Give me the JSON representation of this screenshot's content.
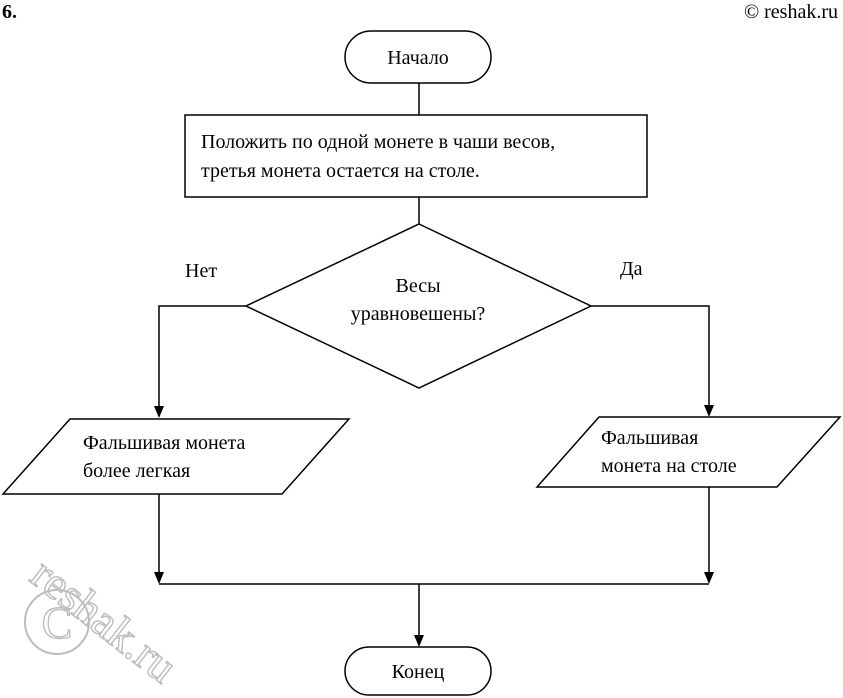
{
  "header": {
    "problem_number": "6.",
    "copyright": "© reshak.ru"
  },
  "flowchart": {
    "start": "Начало",
    "process": [
      "Положить по одной монете в чаши весов,",
      "третья монета остается на столе."
    ],
    "decision": [
      "Весы",
      "уравновешены?"
    ],
    "branch_no": "Нет",
    "branch_yes": "Да",
    "output_left": [
      "Фальшивая монета",
      "более легкая"
    ],
    "output_right": [
      "Фальшивая",
      "монета на столе"
    ],
    "end": "Конец"
  },
  "watermark": {
    "text": "reshak.ru",
    "symbol": "C"
  }
}
